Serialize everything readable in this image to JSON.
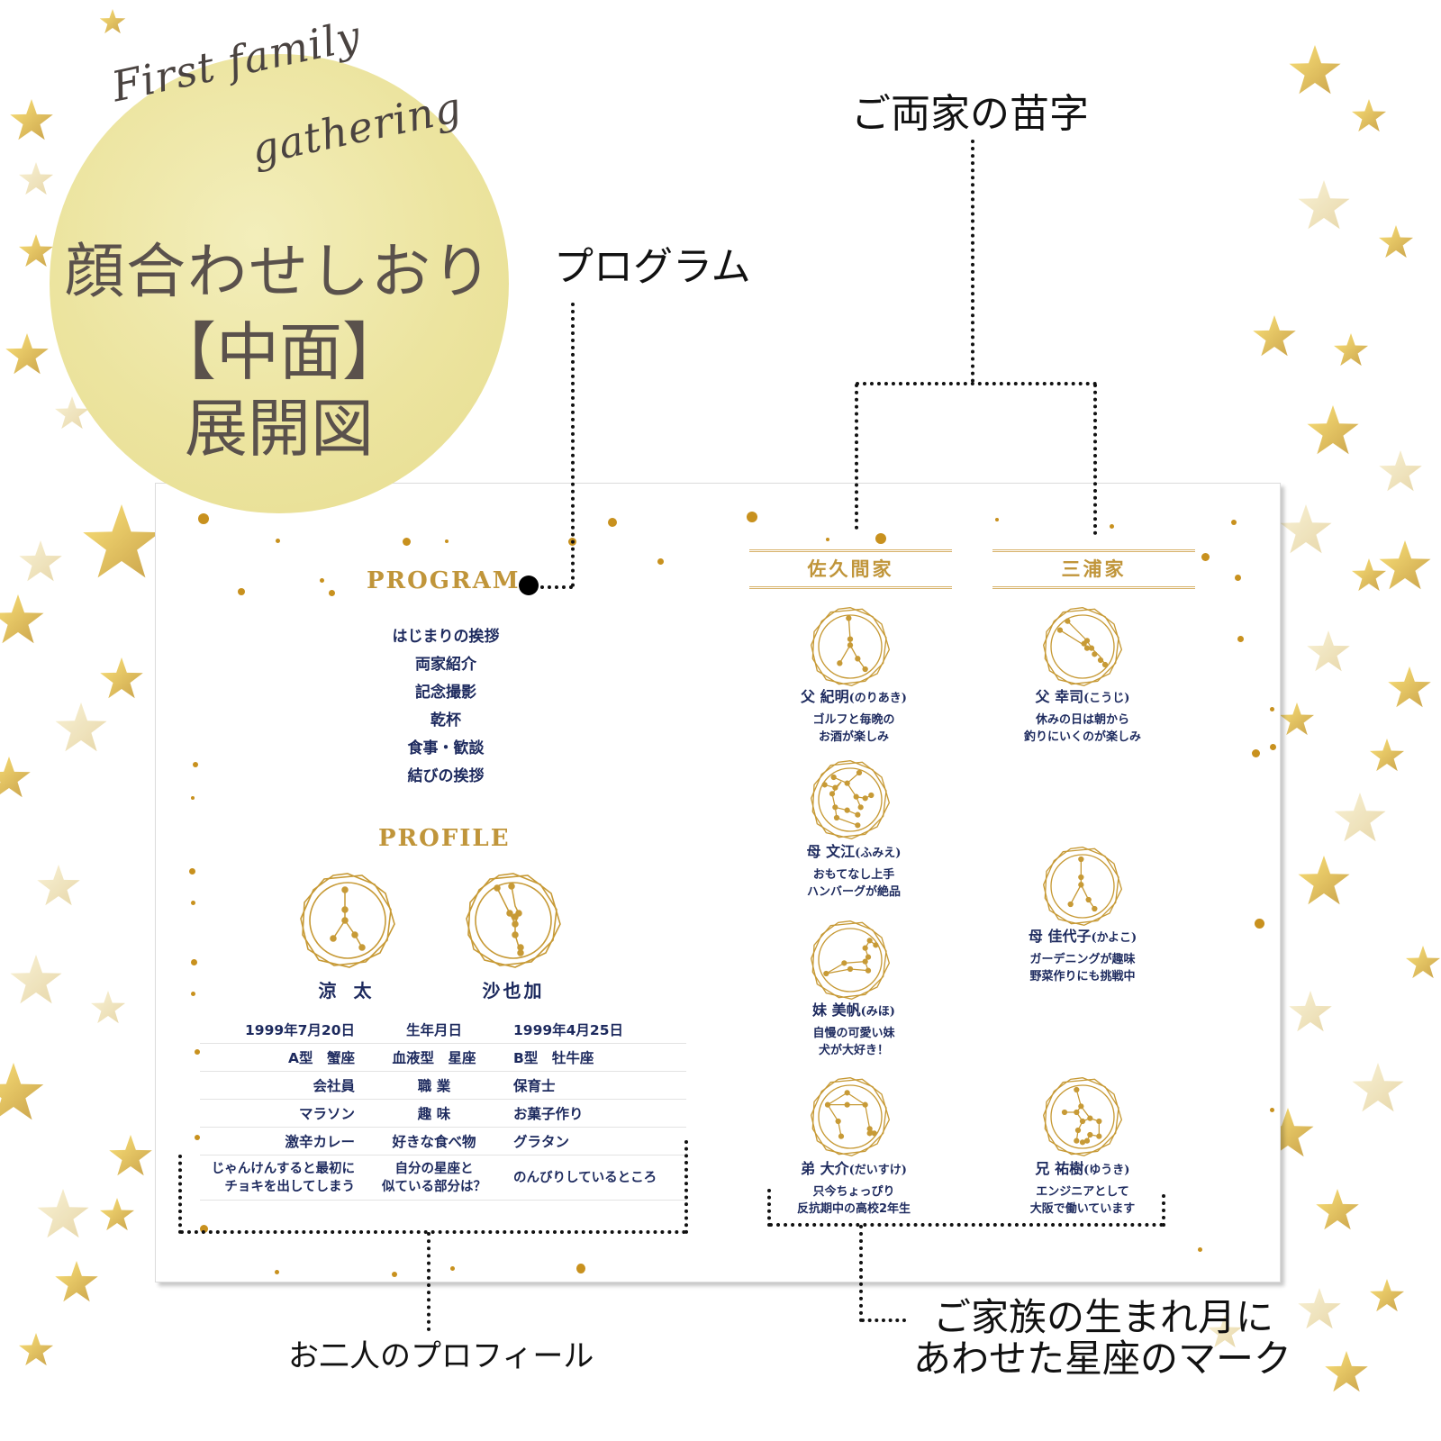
{
  "title": {
    "script_line1": "First family",
    "script_line2": "gathering",
    "main": "顔合わせしおり",
    "sub": "【中面】",
    "sub2": "展開図"
  },
  "callouts": {
    "program": "プログラム",
    "family_names": "ご両家の苗字",
    "profile": "お二人のプロフィール",
    "constellation_line1": "ご家族の生まれ月に",
    "constellation_line2": "あわせた星座のマーク"
  },
  "program": {
    "heading": "PROGRAM",
    "items": [
      "はじまりの挨拶",
      "両家紹介",
      "記念撮影",
      "乾杯",
      "食事・歓談",
      "結びの挨拶"
    ]
  },
  "profile": {
    "heading": "PROFILE",
    "groom": {
      "name": "涼 太",
      "sign": "cancer"
    },
    "bride": {
      "name": "沙也加",
      "sign": "taurus"
    },
    "rows": [
      {
        "left": "1999年7月20日",
        "label": "生年月日",
        "right": "1999年4月25日"
      },
      {
        "left": "A型　蟹座",
        "label": "血液型　星座",
        "right": "B型　牡牛座"
      },
      {
        "left": "会社員",
        "label": "職 業",
        "right": "保育士"
      },
      {
        "left": "マラソン",
        "label": "趣 味",
        "right": "お菓子作り"
      },
      {
        "left": "激辛カレー",
        "label": "好きな食べ物",
        "right": "グラタン"
      },
      {
        "left": "じゃんけんすると最初に\nチョキを出してしまう",
        "label": "自分の星座と\n似ている部分は？",
        "right": "のんびりしているところ"
      }
    ]
  },
  "families": [
    {
      "name": "佐久間家",
      "members": [
        {
          "role": "父",
          "name": "紀明",
          "kana": "(のりあき)",
          "desc1": "ゴルフと毎晩の",
          "desc2": "お酒が楽しみ",
          "sign": "cancer"
        },
        {
          "role": "母",
          "name": "文江",
          "kana": "(ふみえ)",
          "desc1": "おもてなし上手",
          "desc2": "ハンバーグが絶品",
          "sign": "gemini"
        },
        {
          "role": "妹",
          "name": "美帆",
          "kana": "(みほ)",
          "desc1": "自慢の可愛い妹",
          "desc2": "犬が大好き！",
          "sign": "leo"
        },
        {
          "role": "弟",
          "name": "大介",
          "kana": "(だいすけ)",
          "desc1": "只今ちょっぴり",
          "desc2": "反抗期中の高校2年生",
          "sign": "libra"
        }
      ]
    },
    {
      "name": "三浦家",
      "members": [
        {
          "role": "父",
          "name": "幸司",
          "kana": "(こうじ)",
          "desc1": "休みの日は朝から",
          "desc2": "釣りにいくのが楽しみ",
          "sign": "taurus"
        },
        {
          "role": "母",
          "name": "佳代子",
          "kana": "(かよこ)",
          "desc1": "ガーデニングが趣味",
          "desc2": "野菜作りにも挑戦中",
          "sign": "cancer"
        },
        {
          "role": "兄",
          "name": "祐樹",
          "kana": "(ゆうき)",
          "desc1": "エンジニアとして",
          "desc2": "大阪で働いています",
          "sign": "virgo"
        }
      ]
    }
  ],
  "colors": {
    "gold": "#c0953a",
    "navy": "#1d2a5e",
    "circle": "#ece49f",
    "title_text": "#5a514c"
  }
}
